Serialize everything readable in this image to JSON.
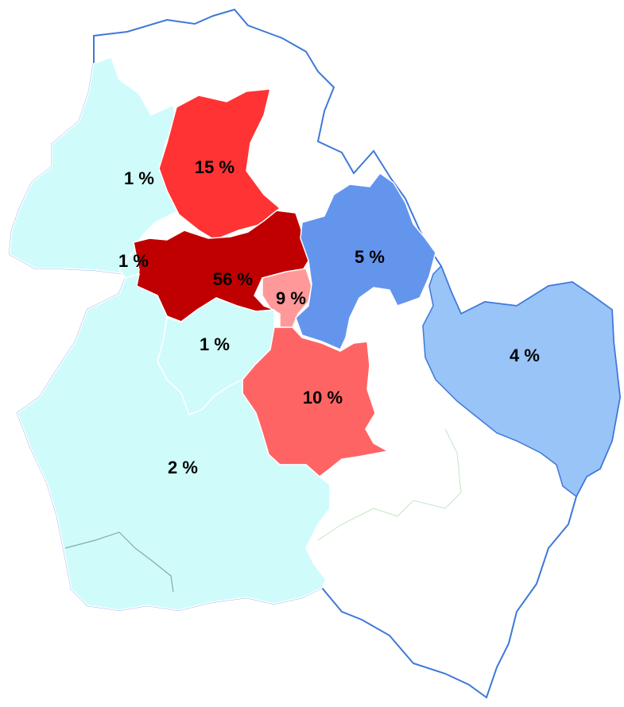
{
  "map": {
    "colors": {
      "outer_border": "#3f78d8",
      "inner_border": "#ffffff",
      "background": "#ffffff"
    },
    "regions": [
      {
        "name": "north-white",
        "value": "",
        "color": "#ffffff"
      },
      {
        "name": "northwest-light",
        "value": "1 %",
        "color": "#cffbfb"
      },
      {
        "name": "west-tip",
        "value": "1 %",
        "color": "#cffbfb"
      },
      {
        "name": "north-red",
        "value": "15 %",
        "color": "#ff3333"
      },
      {
        "name": "center-darkred",
        "value": "56 %",
        "color": "#c00000"
      },
      {
        "name": "center-pink",
        "value": "9 %",
        "color": "#ff9999"
      },
      {
        "name": "northeast-blue",
        "value": "5 %",
        "color": "#6495ed"
      },
      {
        "name": "east-lightblue",
        "value": "4 %",
        "color": "#99c4f8"
      },
      {
        "name": "center-south-light",
        "value": "1 %",
        "color": "#cffbfb"
      },
      {
        "name": "south-center-red",
        "value": "10 %",
        "color": "#ff6464"
      },
      {
        "name": "southwest-light",
        "value": "2 %",
        "color": "#cffbfb"
      },
      {
        "name": "south-white",
        "value": "",
        "color": "#ffffff"
      }
    ]
  }
}
